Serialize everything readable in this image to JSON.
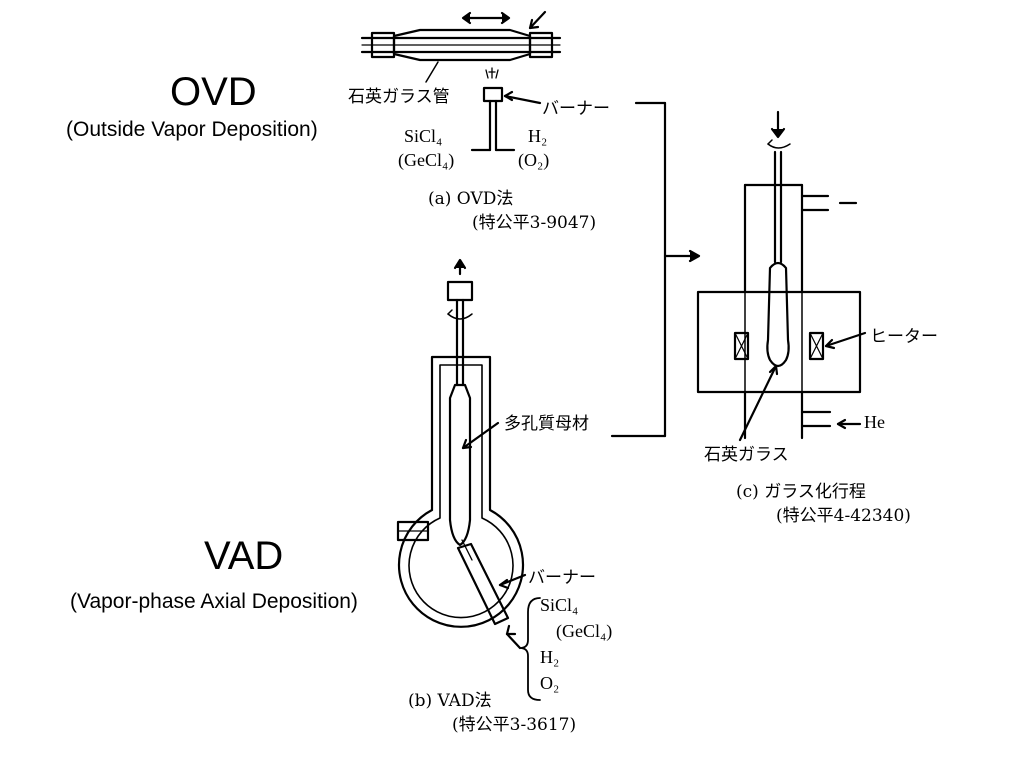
{
  "ovd": {
    "heading": "OVD",
    "subheading": "(Outside Vapor Deposition)",
    "quartz_tube": "石英ガラス管",
    "burner": "バーナー",
    "gas_left_1": "SiCl₄",
    "gas_left_2": "(GeCl₄)",
    "gas_right_1": "H₂",
    "gas_right_2": "(O₂)",
    "caption_1": "(a)  OVD法",
    "caption_2": "(特公平3-9047)"
  },
  "vad": {
    "heading": "VAD",
    "subheading": "(Vapor-phase Axial Deposition)",
    "porous_preform": "多孔質母材",
    "burner": "バーナー",
    "gas_1": "SiCl₄",
    "gas_2": "(GeCl₄)",
    "gas_3": "H₂",
    "gas_4": "O₂",
    "caption_1": "(b)  VAD法",
    "caption_2": "(特公平3-3617)"
  },
  "vitrification": {
    "heater": "ヒーター",
    "helium": "He",
    "quartz_glass": "石英ガラス",
    "caption_1": "(c)  ガラス化行程",
    "caption_2": "(特公平4-42340)"
  }
}
